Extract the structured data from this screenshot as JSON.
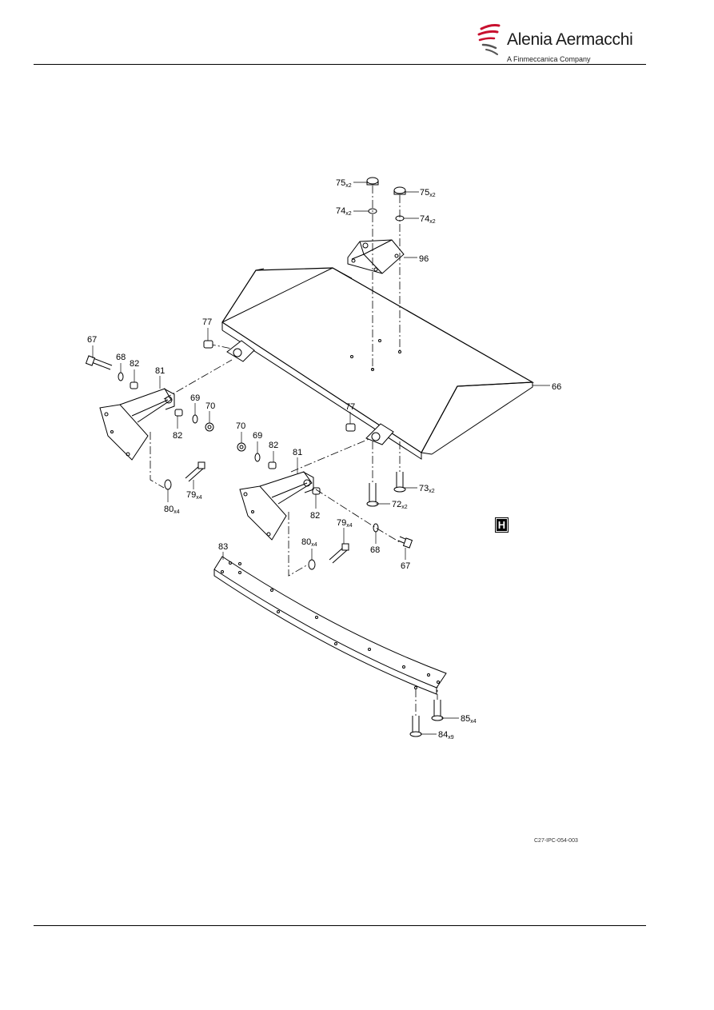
{
  "header": {
    "brand": "Alenia Aermacchi",
    "tagline": "A Finmeccanica Company",
    "logo_color": "#c8102e"
  },
  "figure": {
    "reference": "C27-IPC-054-003",
    "view_marker": "H",
    "callouts": [
      {
        "id": "c75a",
        "num": "75",
        "qty": "x2"
      },
      {
        "id": "c75b",
        "num": "75",
        "qty": "x2"
      },
      {
        "id": "c74a",
        "num": "74",
        "qty": "x2"
      },
      {
        "id": "c74b",
        "num": "74",
        "qty": "x2"
      },
      {
        "id": "c96",
        "num": "96",
        "qty": ""
      },
      {
        "id": "c77a",
        "num": "77",
        "qty": ""
      },
      {
        "id": "c67a",
        "num": "67",
        "qty": ""
      },
      {
        "id": "c68a",
        "num": "68",
        "qty": ""
      },
      {
        "id": "c82a",
        "num": "82",
        "qty": ""
      },
      {
        "id": "c81a",
        "num": "81",
        "qty": ""
      },
      {
        "id": "c69a",
        "num": "69",
        "qty": ""
      },
      {
        "id": "c70a",
        "num": "70",
        "qty": ""
      },
      {
        "id": "c82b",
        "num": "82",
        "qty": ""
      },
      {
        "id": "c66",
        "num": "66",
        "qty": ""
      },
      {
        "id": "c77b",
        "num": "77",
        "qty": ""
      },
      {
        "id": "c70b",
        "num": "70",
        "qty": ""
      },
      {
        "id": "c69b",
        "num": "69",
        "qty": ""
      },
      {
        "id": "c82c",
        "num": "82",
        "qty": ""
      },
      {
        "id": "c81b",
        "num": "81",
        "qty": ""
      },
      {
        "id": "c73",
        "num": "73",
        "qty": "x2"
      },
      {
        "id": "c79a",
        "num": "79",
        "qty": "x4"
      },
      {
        "id": "c80a",
        "num": "80",
        "qty": "x4"
      },
      {
        "id": "c72",
        "num": "72",
        "qty": "x2"
      },
      {
        "id": "c82d",
        "num": "82",
        "qty": ""
      },
      {
        "id": "c79b",
        "num": "79",
        "qty": "x4"
      },
      {
        "id": "c80b",
        "num": "80",
        "qty": "x4"
      },
      {
        "id": "c68b",
        "num": "68",
        "qty": ""
      },
      {
        "id": "c67b",
        "num": "67",
        "qty": ""
      },
      {
        "id": "c83",
        "num": "83",
        "qty": ""
      },
      {
        "id": "c85",
        "num": "85",
        "qty": "x4"
      },
      {
        "id": "c84",
        "num": "84",
        "qty": "x9"
      }
    ]
  }
}
